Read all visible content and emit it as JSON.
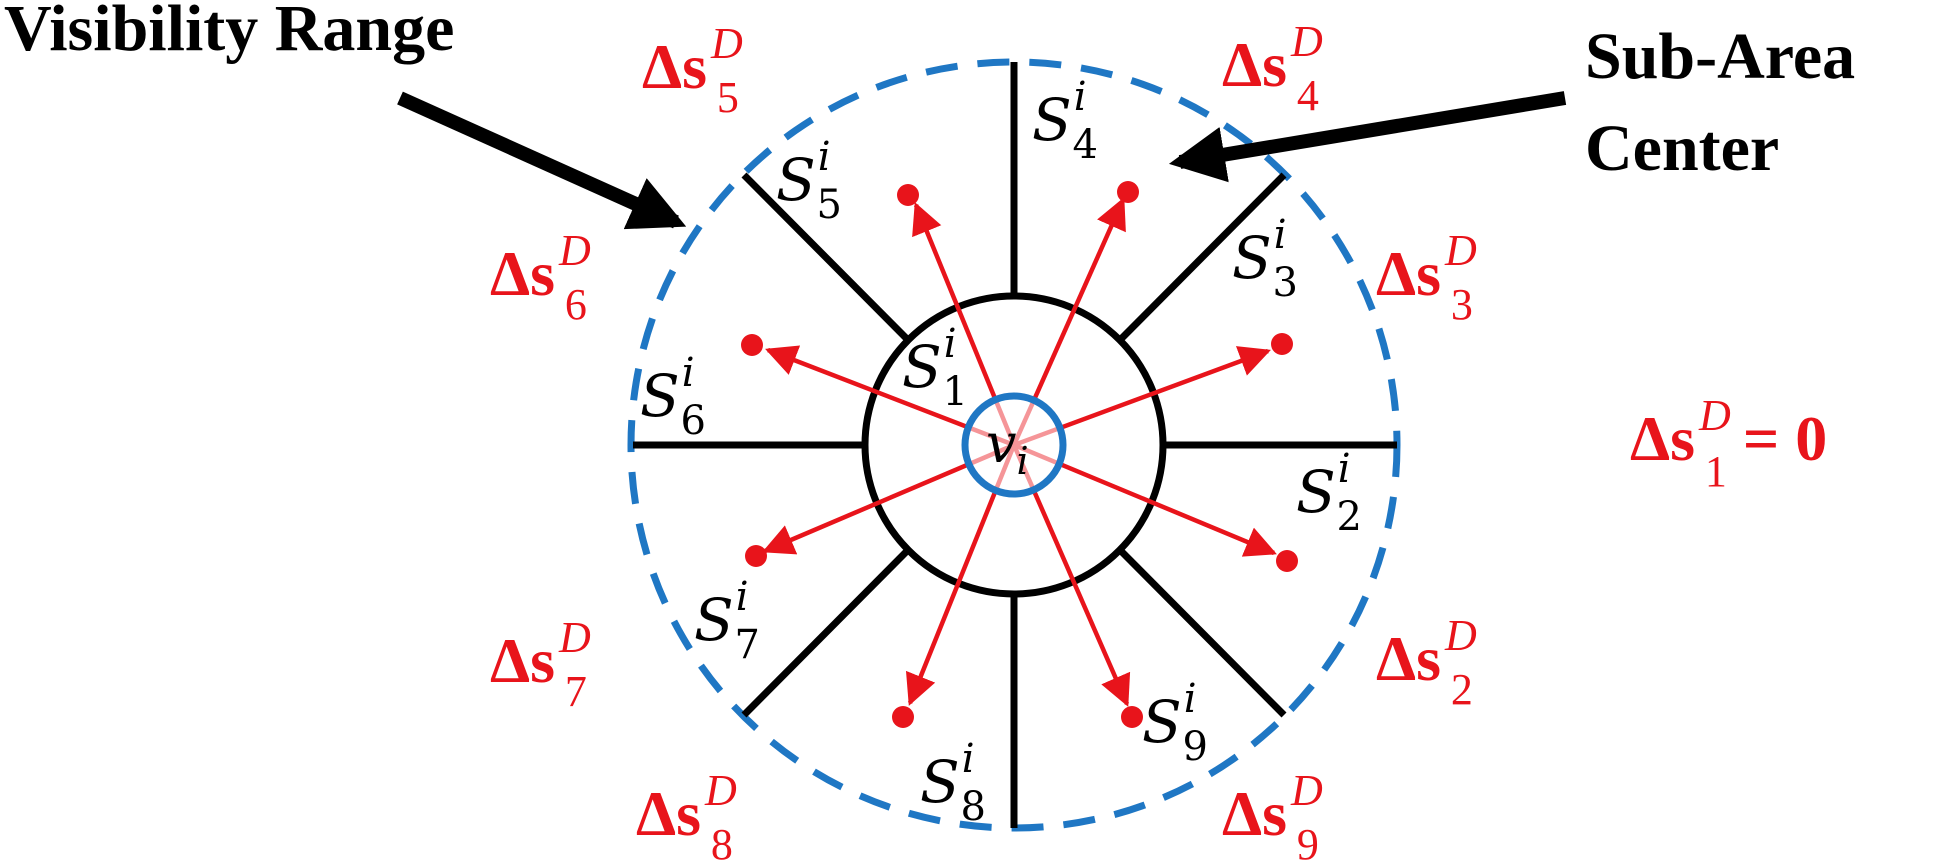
{
  "colors": {
    "ink": "#000000",
    "accent_red": "#e8141b",
    "ring_blue": "#1f77c4"
  },
  "annotations": {
    "visibility_range": "Visibility Range",
    "sub_area_line1": "Sub-Area",
    "sub_area_line2": "Center"
  },
  "center_node": {
    "base": "v",
    "sub": "i"
  },
  "sub_area_symbol": {
    "base": "S",
    "sup": "i"
  },
  "sub_areas": [
    {
      "idx": "1"
    },
    {
      "idx": "2"
    },
    {
      "idx": "3"
    },
    {
      "idx": "4"
    },
    {
      "idx": "5"
    },
    {
      "idx": "6"
    },
    {
      "idx": "7"
    },
    {
      "idx": "8"
    },
    {
      "idx": "9"
    }
  ],
  "delta_symbol": {
    "base": "Δs",
    "sup": "D"
  },
  "delta_labels": [
    {
      "idx": "2"
    },
    {
      "idx": "3"
    },
    {
      "idx": "4"
    },
    {
      "idx": "5"
    },
    {
      "idx": "6"
    },
    {
      "idx": "7"
    },
    {
      "idx": "8"
    },
    {
      "idx": "9"
    }
  ],
  "delta_equation": {
    "idx": "1",
    "rhs": "= 0"
  }
}
